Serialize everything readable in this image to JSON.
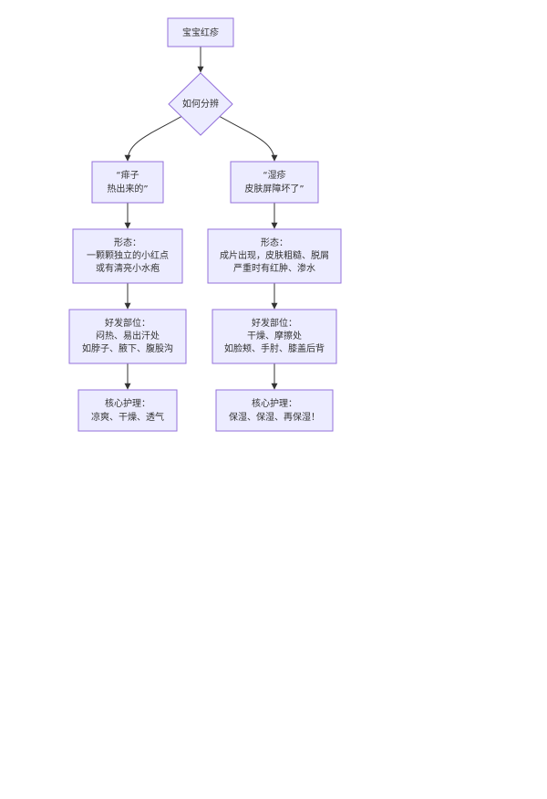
{
  "nodes": {
    "root": {
      "lines": [
        "宝宝红疹"
      ]
    },
    "decision": {
      "lines": [
        "如何分辨"
      ]
    },
    "heat_rash": {
      "lines": [
        "“痱子",
        "热出来的”"
      ]
    },
    "eczema": {
      "lines": [
        "“湿疹",
        "皮肤屏障坏了”"
      ]
    },
    "heat_rash_form": {
      "lines": [
        "形态：",
        "一颗颗独立的小红点",
        "或有清亮小水疱"
      ]
    },
    "eczema_form": {
      "lines": [
        "形态：",
        "成片出现，皮肤粗糙、脱屑",
        "严重时有红肿、渗水"
      ]
    },
    "heat_rash_site": {
      "lines": [
        "好发部位：",
        "闷热、易出汗处",
        "如脖子、腋下、腹股沟"
      ]
    },
    "eczema_site": {
      "lines": [
        "好发部位：",
        "干燥、摩擦处",
        "如脸颊、手肘、膝盖后背"
      ]
    },
    "heat_rash_care": {
      "lines": [
        "核心护理：",
        "凉爽、干燥、透气"
      ]
    },
    "eczema_care": {
      "lines": [
        "核心护理：",
        "保湿、保湿、再保湿！"
      ]
    }
  },
  "colors": {
    "node_fill": "#ececff",
    "node_stroke": "#9370db",
    "edge": "#333333",
    "text": "#333333"
  }
}
